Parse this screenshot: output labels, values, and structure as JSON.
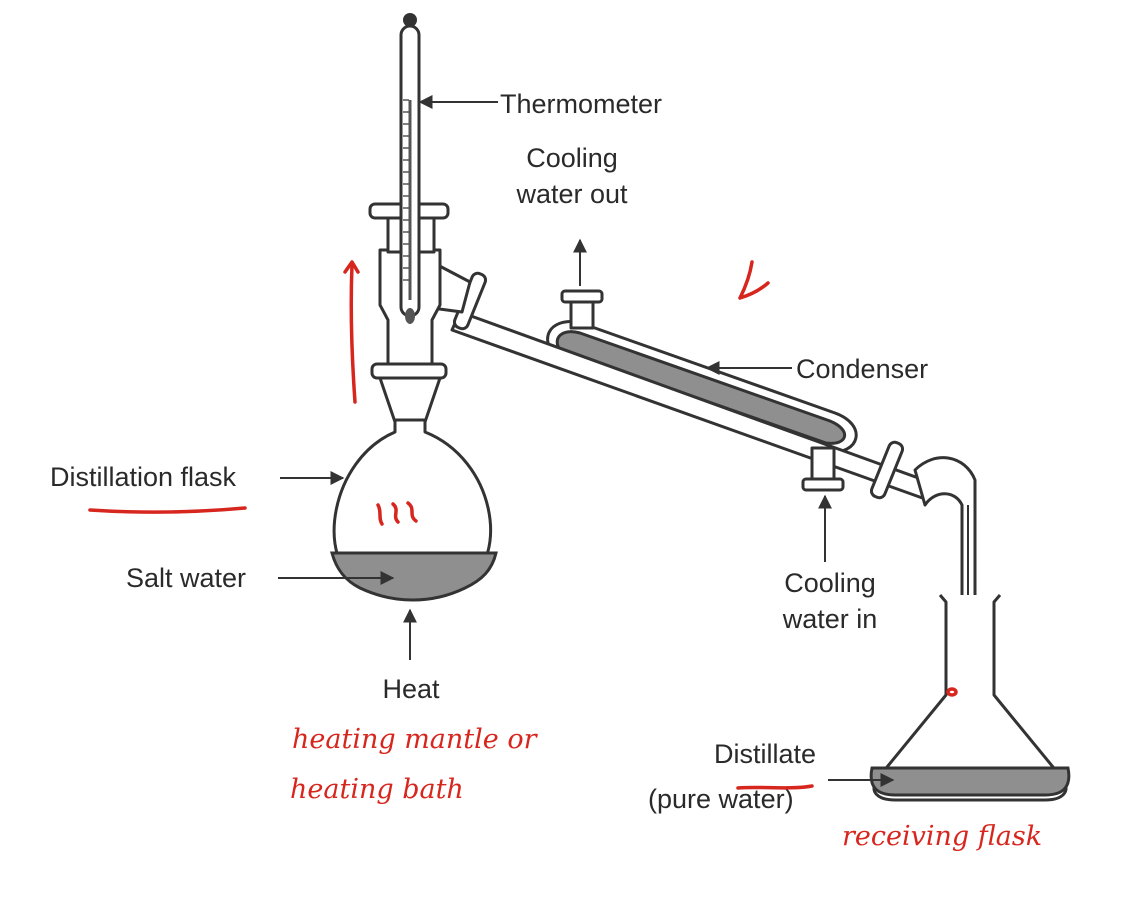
{
  "labels": {
    "thermometer": "Thermometer",
    "cooling_water_out_line1": "Cooling",
    "cooling_water_out_line2": "water out",
    "condenser": "Condenser",
    "distillation_flask": "Distillation flask",
    "salt_water": "Salt water",
    "heat": "Heat",
    "cooling_water_in_line1": "Cooling",
    "cooling_water_in_line2": "water in",
    "distillate_line1": "Distillate",
    "distillate_pure": "(pure ",
    "distillate_water": "water",
    "distillate_close": ")"
  },
  "annotations": {
    "heat_source_line1": "heating mantle or",
    "heat_source_line2": "heating bath",
    "receiving_flask": "receiving flask"
  },
  "colors": {
    "ink": "#333333",
    "liquid": "#8f8f8f",
    "annotation": "#d7261e"
  }
}
